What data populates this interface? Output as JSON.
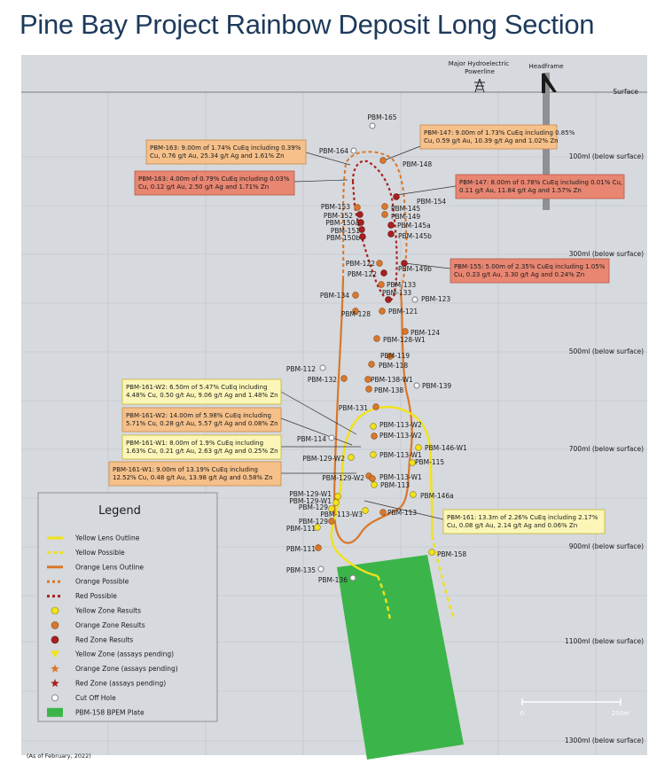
{
  "title": "Pine Bay Project Rainbow Deposit Long Section",
  "footnote": "(As of February, 2022)",
  "infrastructure": {
    "powerline": "Major Hydroelectric\nPowerline",
    "headframe": "Headframe",
    "surface": "Surface"
  },
  "levels": [
    "100ml (below surface)",
    "300ml (below surface)",
    "500ml (below surface)",
    "700ml (below surface)",
    "900ml (below surface)",
    "1100ml (below surface)",
    "1300ml (below surface)"
  ],
  "scale_bar": {
    "start": "0",
    "end": "200m"
  },
  "legend": {
    "title": "Legend",
    "items": [
      {
        "label": "Yellow Lens Outline",
        "icon": "yellow-solid-line"
      },
      {
        "label": "Yellow Possible",
        "icon": "yellow-dashed-line"
      },
      {
        "label": "Orange Lens Outline",
        "icon": "orange-solid-line"
      },
      {
        "label": "Orange Possible",
        "icon": "orange-dashed-line"
      },
      {
        "label": "Red Possible",
        "icon": "red-dashed-line"
      },
      {
        "label": "Yellow Zone Results",
        "icon": "yellow-dot"
      },
      {
        "label": "Orange Zone Results",
        "icon": "orange-dot"
      },
      {
        "label": "Red Zone Results",
        "icon": "red-dot"
      },
      {
        "label": "Yellow Zone (assays pending)",
        "icon": "yellow-triangle"
      },
      {
        "label": "Orange Zone (assays pending)",
        "icon": "orange-star"
      },
      {
        "label": "Red Zone (assays pending)",
        "icon": "red-star"
      },
      {
        "label": "Cut Off Hole",
        "icon": "white-circle"
      },
      {
        "label": "PBM-158 BPEM Plate",
        "icon": "green-square"
      }
    ]
  },
  "colors": {
    "yellow": "#f2e21a",
    "orange": "#d9772b",
    "red": "#a8211f",
    "green": "#3bb54a",
    "grid_bg": "#d6d9dd",
    "callout_yellow": "#fbf6b8",
    "callout_orange": "#f5c08a",
    "callout_red": "#e88672"
  },
  "drill_holes": [
    "PBM-165",
    "PBM-164",
    "PBM-148",
    "PBM-154",
    "PBM-153",
    "PBM-145",
    "PBM-152",
    "PBM-149",
    "PBM-150a",
    "PBM-145a",
    "PBM-151",
    "PBM-150b",
    "PBM-145b",
    "PBM-122",
    "PBM-149b",
    "PBM-122",
    "PBM-133",
    "PBM-134",
    "PBM-133",
    "PBM-123",
    "PBM-128",
    "PBM-121",
    "PBM-124",
    "PBM-128-W1",
    "PBM-119",
    "PBM-112",
    "PBM-118",
    "PBM-132",
    "PBM-138-W1",
    "PBM-139",
    "PBM-138",
    "PBM-131",
    "PBM-113-W2",
    "PBM-114",
    "PBM-113-W2",
    "PBM-146-W1",
    "PBM-129-W2",
    "PBM-113-W1",
    "PBM-115",
    "PBM-129-W2",
    "PBM-113-W1",
    "PBM-113",
    "PBM-146a",
    "PBM-129-W1",
    "PBM-129-W1",
    "PBM-129",
    "PBM-113-W3",
    "PBM-113",
    "PBM-129",
    "PBM-111",
    "PBM-158",
    "PBM-111",
    "PBM-135",
    "PBM-136"
  ],
  "callouts": [
    {
      "style": "orange",
      "lines": [
        "PBM-163: 9.00m of 1.74% CuEq including 0.39%",
        "Cu, 0.76 g/t Au, 25.34 g/t Ag and 1.61% Zn"
      ]
    },
    {
      "style": "orange",
      "lines": [
        "PBM-147: 9.00m of 1.73% CuEq including 0.85%",
        "Cu, 0.59 g/t Au, 10.39 g/t Ag and 1.02% Zn"
      ]
    },
    {
      "style": "red",
      "lines": [
        "PBM-163: 4.00m of 0.79% CuEq including 0.03%",
        "Cu, 0.12 g/t Au, 2.50 g/t Ag and 1.71% Zn"
      ]
    },
    {
      "style": "red",
      "lines": [
        "PBM-147: 8.00m of 0.78% CuEq including 0.01% Cu,",
        "0.11 g/t Au, 11.84 g/t Ag and 1.57% Zn"
      ]
    },
    {
      "style": "red",
      "lines": [
        "PBM-155: 5.00m of 2.35% CuEq including 1.05%",
        "Cu, 0.23 g/t Au, 3.30 g/t Ag and 0.24% Zn"
      ]
    },
    {
      "style": "yellow",
      "lines": [
        "PBM-161-W2: 6.50m of 5.47% CuEq including",
        "4.48% Cu, 0.50 g/t Au, 9.06 g/t Ag and 1.48% Zn"
      ]
    },
    {
      "style": "orange",
      "lines": [
        "PBM-161-W2: 14.00m of 5.98% CuEq including",
        "5.71% Cu, 0.28 g/t Au, 5.57 g/t Ag and 0.08% Zn"
      ]
    },
    {
      "style": "yellow",
      "lines": [
        "PBM-161-W1: 8.00m of 1.9% CuEq including",
        "1.63% Cu, 0.21 g/t Au, 2.63 g/t Ag and 0.25% Zn"
      ]
    },
    {
      "style": "orange",
      "lines": [
        "PBM-161-W1: 9.00m of 13.19% CuEq including",
        "12.52% Cu, 0.48 g/t Au, 13.98 g/t Ag and 0.58% Zn"
      ]
    },
    {
      "style": "yellow",
      "lines": [
        "PBM-161: 13.3m of 2.26% CuEq including 2.17%",
        "Cu, 0.08 g/t Au, 2.14 g/t Ag and 0.06% Zn"
      ]
    }
  ]
}
